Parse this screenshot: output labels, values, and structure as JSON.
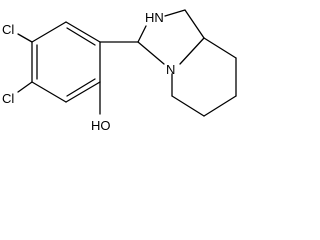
{
  "molecule": {
    "atoms": {
      "cl_top": "Cl",
      "cl_bottom": "Cl",
      "hydroxyl": "HO",
      "amine": "HN",
      "ring_nitrogen": "N"
    },
    "colors": {
      "bond": "#000000",
      "label": "#000000",
      "background": "#ffffff"
    }
  }
}
